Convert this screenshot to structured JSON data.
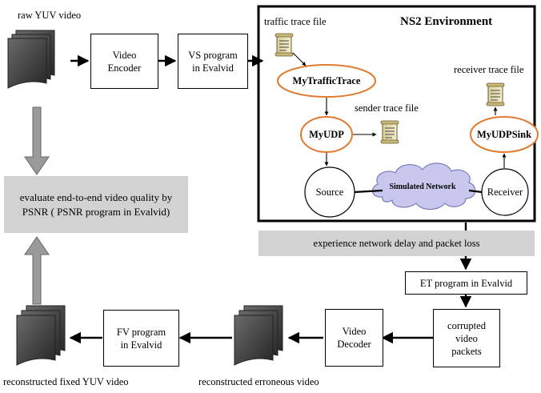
{
  "labels": {
    "raw_video": "raw YUV video",
    "video_encoder": [
      "Video",
      "Encoder"
    ],
    "vs_program": [
      "VS program",
      "in Evalvid"
    ],
    "ns2_title": "NS2 Environment",
    "traffic_trace_file": "traffic trace file",
    "my_traffic_trace": "MyTrafficTrace",
    "sender_trace_file": "sender trace file",
    "my_udp": "MyUDP",
    "receiver_trace_file": "receiver trace file",
    "my_udp_sink": "MyUDPSink",
    "source": "Source",
    "simulated_network": "Simulated Network",
    "receiver": "Receiver",
    "evaluate": [
      "evaluate end-to-end video quality by",
      "PSNR ( PSNR program in Evalvid)"
    ],
    "experience": "experience network delay and packet loss",
    "et_program": "ET program in Evalvid",
    "corrupted": [
      "corrupted",
      "video",
      "packets"
    ],
    "video_decoder": [
      "Video",
      "Decoder"
    ],
    "fv_program": [
      "FV program",
      "in Evalvid"
    ],
    "reconstructed_fixed": "reconstructed fixed YUV video",
    "reconstructed_erroneous": "reconstructed erroneous video"
  },
  "colors": {
    "node_outline": "#e07b30",
    "cloud_fill": "#c8c8ee",
    "grey_box": "#d2d2d2",
    "grey_arrow": "#9a9a9a",
    "doc_dark": "#3a3a3a"
  }
}
